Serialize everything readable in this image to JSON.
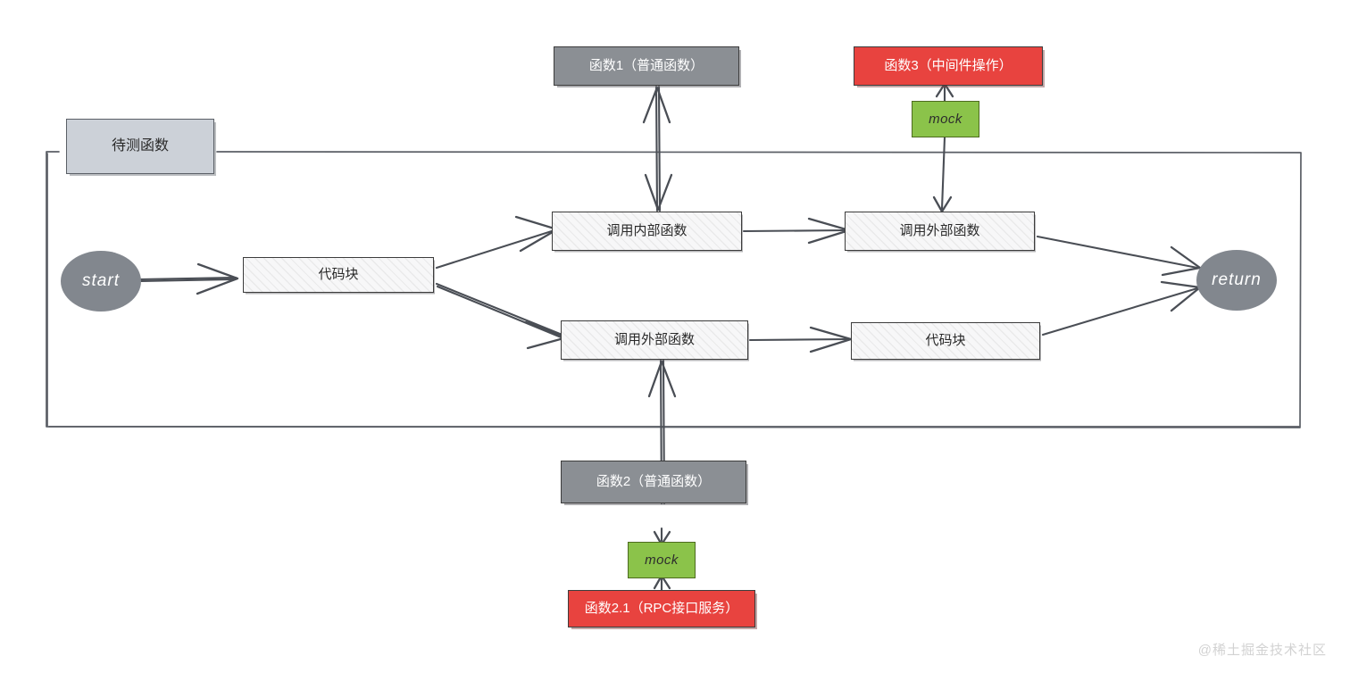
{
  "diagram": {
    "title_box": {
      "label": "待测函数"
    },
    "terminators": [
      {
        "id": "start",
        "label": "start"
      },
      {
        "id": "return",
        "label": "return"
      }
    ],
    "process_nodes": [
      {
        "id": "code-block-1",
        "label": "代码块"
      },
      {
        "id": "call-internal-function",
        "label": "调用内部函数"
      },
      {
        "id": "call-external-function-top",
        "label": "调用外部函数"
      },
      {
        "id": "call-external-function-bottom",
        "label": "调用外部函数"
      },
      {
        "id": "code-block-2",
        "label": "代码块"
      }
    ],
    "external_nodes": [
      {
        "id": "function-1",
        "label": "函数1（普通函数）",
        "color": "#8b8f94"
      },
      {
        "id": "function-2",
        "label": "函数2（普通函数）",
        "color": "#8b8f94"
      },
      {
        "id": "function-3",
        "label": "函数3（中间件操作）",
        "color": "#e8433f"
      },
      {
        "id": "function-2-1",
        "label": "函数2.1（RPC接口服务）",
        "color": "#e8433f"
      }
    ],
    "mock_nodes": [
      {
        "id": "mock-top",
        "label": "mock"
      },
      {
        "id": "mock-bottom",
        "label": "mock"
      }
    ],
    "watermark": "@稀土掘金技术社区",
    "colors": {
      "grey_node": "#8b8f94",
      "red_node": "#e8433f",
      "green_mock": "#8bc34a",
      "light_header": "#ccd1d8",
      "terminator": "#82878e",
      "stroke": "#3c3c3c",
      "background": "#ffffff"
    }
  }
}
